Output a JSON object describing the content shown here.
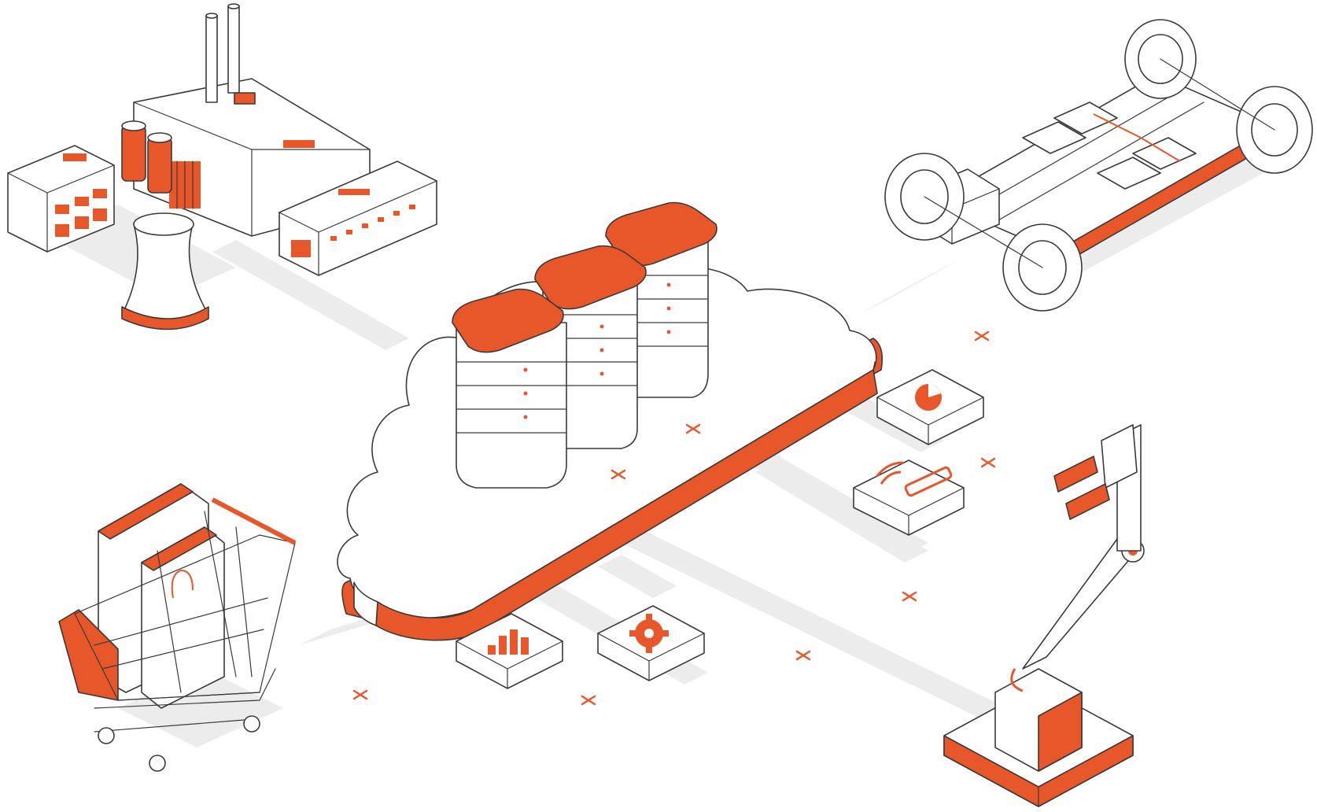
{
  "colors": {
    "accent": "#e8572a",
    "outline": "#3a3a3a",
    "fill": "#ffffff",
    "shadow": "#ececec"
  },
  "nodes": [
    {
      "id": "cloud",
      "icon": "cloud-icon"
    },
    {
      "id": "servers",
      "icon": "server-stack-icon"
    },
    {
      "id": "factory",
      "icon": "factory-icon"
    },
    {
      "id": "vehicle-chassis",
      "icon": "car-chassis-icon"
    },
    {
      "id": "shopping-cart",
      "icon": "shopping-cart-icon"
    },
    {
      "id": "robot-arm",
      "icon": "robot-arm-icon"
    },
    {
      "id": "tile-analytics",
      "icon": "pie-chart-icon"
    },
    {
      "id": "tile-connectivity",
      "icon": "wireless-device-icon"
    },
    {
      "id": "tile-metrics",
      "icon": "bar-chart-icon"
    },
    {
      "id": "tile-settings",
      "icon": "gear-icon"
    }
  ],
  "decorations": {
    "markers": "x-mark-icon"
  }
}
